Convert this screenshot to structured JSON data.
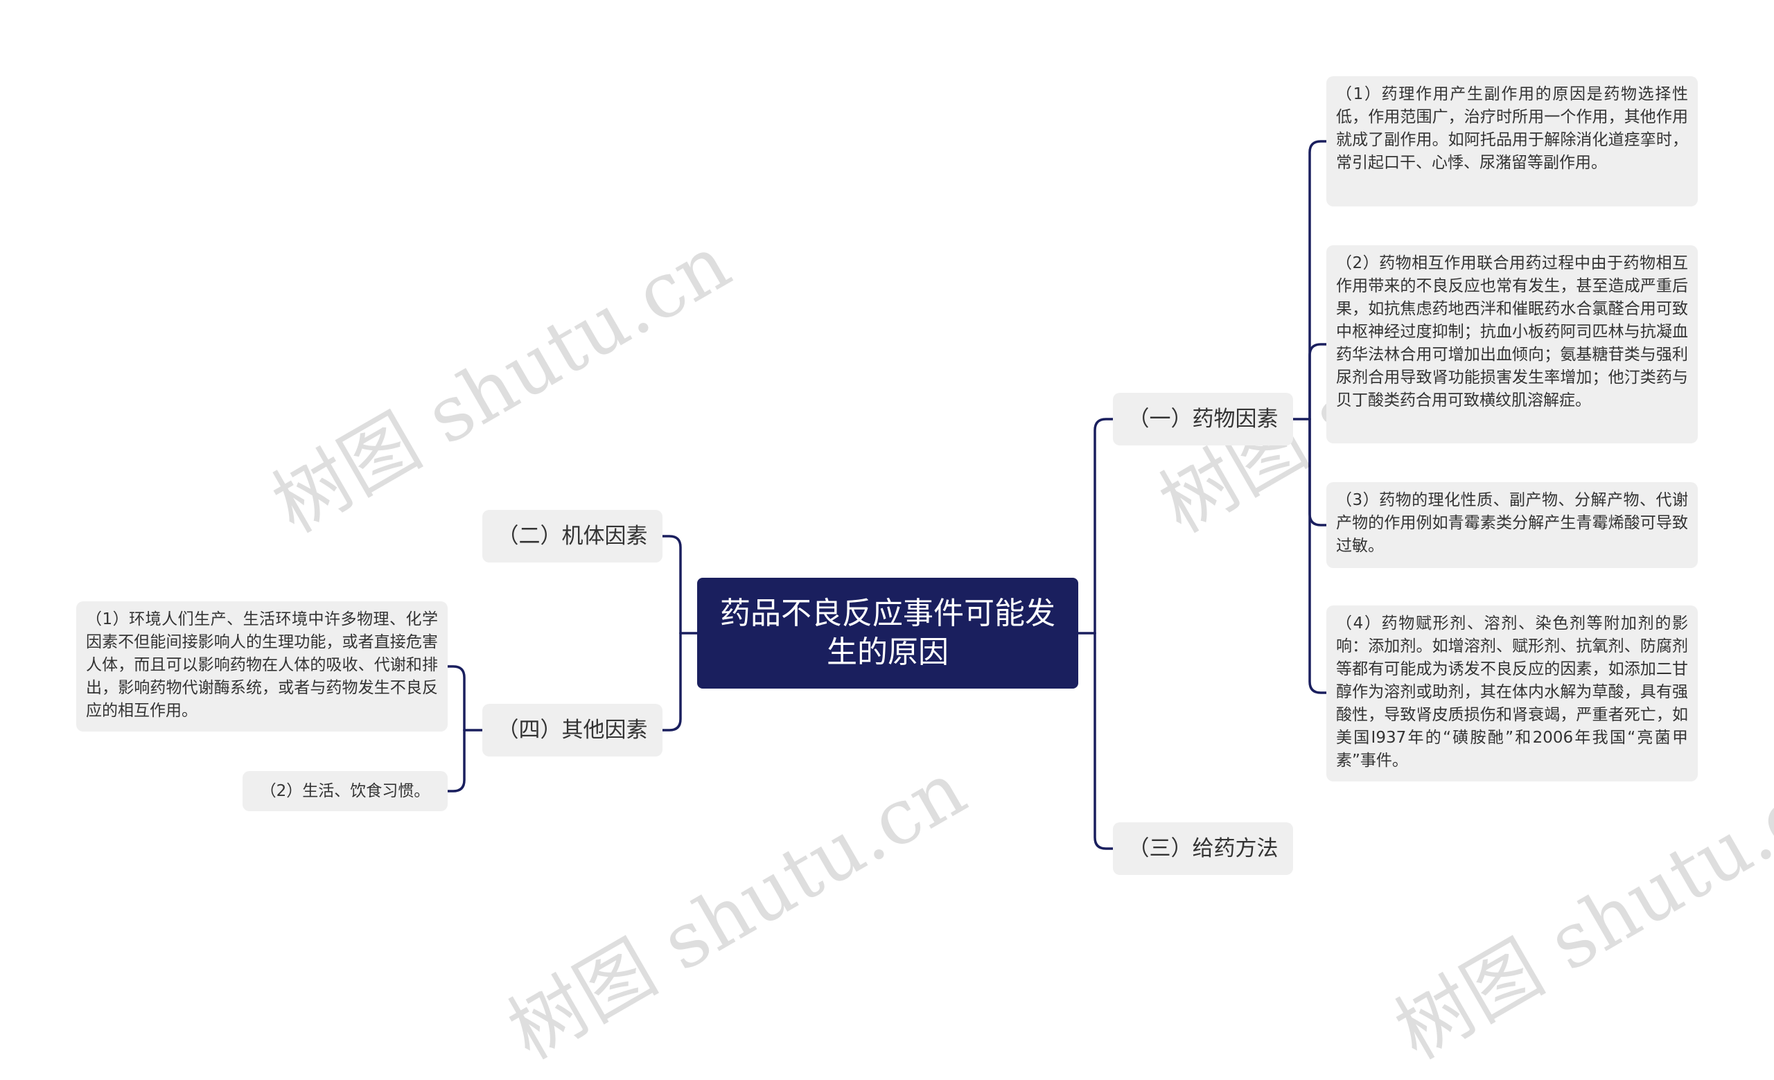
{
  "root": {
    "title": "药品不良反应事件可能发生的原因"
  },
  "branches": {
    "b1": {
      "label": "（一）药物因素"
    },
    "b2": {
      "label": "（二）机体因素"
    },
    "b3": {
      "label": "（三）给药方法"
    },
    "b4": {
      "label": "（四）其他因素"
    }
  },
  "leaves": {
    "b1_1": "（1）药理作用产生副作用的原因是药物选择性低，作用范围广，治疗时所用一个作用，其他作用就成了副作用。如阿托品用于解除消化道痉挛时，常引起口干、心悸、尿潴留等副作用。",
    "b1_2": "（2）药物相互作用联合用药过程中由于药物相互作用带来的不良反应也常有发生，甚至造成严重后果，如抗焦虑药地西泮和催眠药水合氯醛合用可致中枢神经过度抑制；抗血小板药阿司匹林与抗凝血药华法林合用可增加出血倾向；氨基糖苷类与强利尿剂合用导致肾功能损害发生率增加；他汀类药与贝丁酸类药合用可致横纹肌溶解症。",
    "b1_3": "（3）药物的理化性质、副产物、分解产物、代谢产物的作用例如青霉素类分解产生青霉烯酸可导致过敏。",
    "b1_4": "（4）药物赋形剂、溶剂、染色剂等附加剂的影响：添加剂。如增溶剂、赋形剂、抗氧剂、防腐剂等都有可能成为诱发不良反应的因素，如添加二甘醇作为溶剂或助剂，其在体内水解为草酸，具有强酸性，导致肾皮质损伤和肾衰竭，严重者死亡，如美国I937年的“磺胺酏”和2006年我国“亮菌甲素”事件。",
    "b4_1": "（1）环境人们生产、生活环境中许多物理、化学因素不但能间接影响人的生理功能，或者直接危害人体，而且可以影响药物在人体的吸收、代谢和排出，影响药物代谢酶系统，或者与药物发生不良反应的相互作用。",
    "b4_2": "（2）生活、饮食习惯。"
  },
  "watermark": "树图 shutu.cn",
  "colors": {
    "root_bg": "#1a1f5e",
    "line": "#1a1f5e",
    "node_bg": "#efefef",
    "text": "#333333"
  }
}
